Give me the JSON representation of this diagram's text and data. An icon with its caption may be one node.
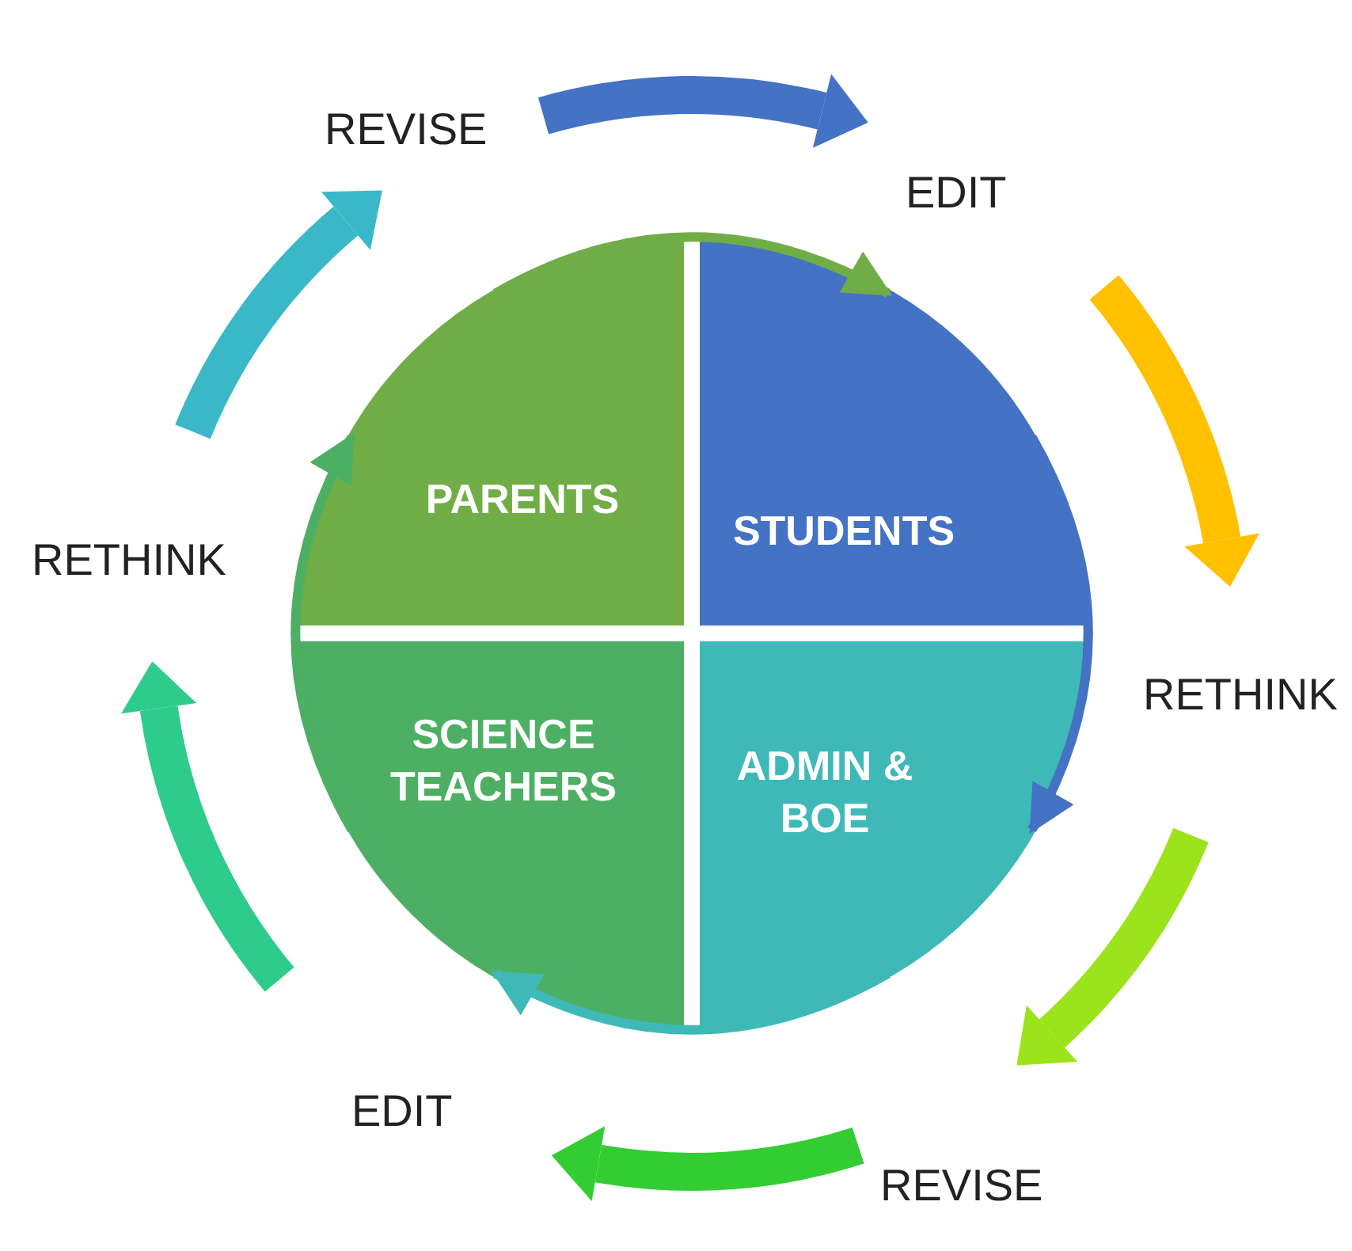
{
  "diagram": {
    "nodes": [
      {
        "text": [
          "PARENTS"
        ]
      },
      {
        "text": [
          "STUDENTS"
        ]
      },
      {
        "text": [
          "ADMIN & BOE"
        ]
      },
      {
        "text": [
          "SCIENCE TEACHERS"
        ]
      }
    ],
    "edges": [
      {
        "from": 0,
        "to": 1,
        "arrow": "to",
        "color": "#70ad47"
      },
      {
        "from": 1,
        "to": 2,
        "arrow": "to",
        "color": "#4472c4"
      },
      {
        "from": 2,
        "to": 3,
        "arrow": "to",
        "color": "#3fb8b8"
      },
      {
        "from": 3,
        "to": 0,
        "arrow": "to",
        "color": "#4caf63"
      }
    ],
    "labels": [
      "REVISE",
      "EDIT",
      "RETHINK",
      "RETHINK",
      "EDIT",
      "REVISE"
    ]
  }
}
